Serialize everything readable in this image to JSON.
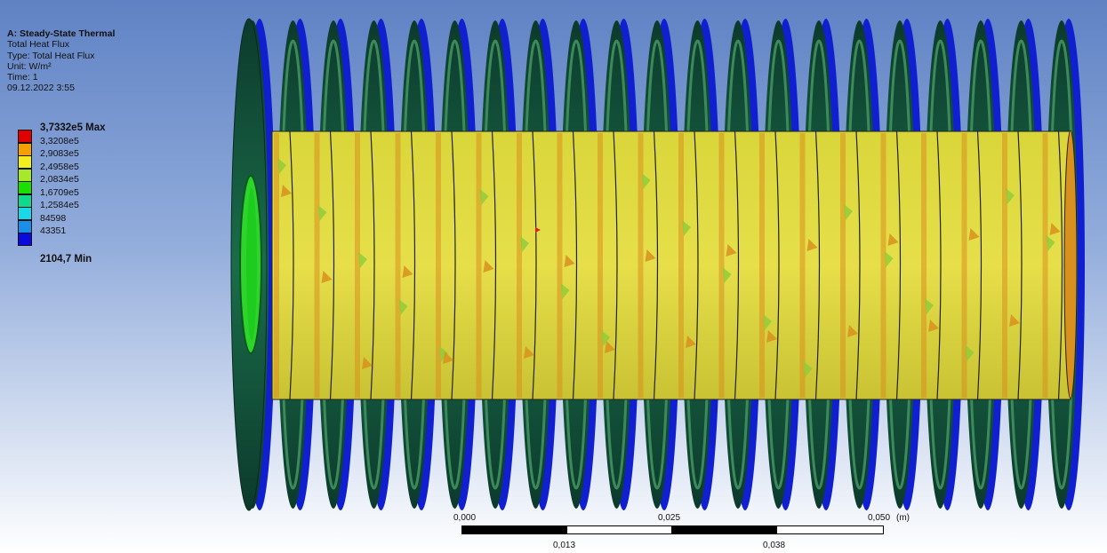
{
  "info": {
    "title": "A: Steady-State Thermal",
    "result": "Total Heat Flux",
    "type": "Type: Total Heat Flux",
    "unit": "Unit: W/m²",
    "time": "Time: 1",
    "date": "09.12.2022 3:55"
  },
  "legend": {
    "max_label": "3,7332e5 Max",
    "min_label": "2104,7 Min",
    "levels": [
      "3,3208e5",
      "2,9083e5",
      "2,4958e5",
      "2,0834e5",
      "1,6709e5",
      "1,2584e5",
      "84598",
      "43351"
    ],
    "colors": [
      "#e00000",
      "#f5a000",
      "#f2ee1d",
      "#a8e82a",
      "#1ae000",
      "#10d98b",
      "#1ad8e8",
      "#1a8ee8",
      "#0a0adc"
    ]
  },
  "scale": {
    "ticks_top": [
      "0,000",
      "0,025",
      "0,050"
    ],
    "unit": "(m)",
    "ticks_bottom": [
      "0,013",
      "0,038"
    ]
  },
  "model": {
    "fin_count": 21,
    "colors": {
      "fin_edge": "#1020d0",
      "fin_face": "#1a6d4a",
      "fin_face_dark": "#0c3a2c",
      "fin_ring": "#3c8a5a",
      "tube": "#d9d63a",
      "tube_hot": "#d8901e",
      "tube_cool": "#8ccc38",
      "hole": "#2ed42a",
      "hotspot": "#e02020"
    }
  }
}
